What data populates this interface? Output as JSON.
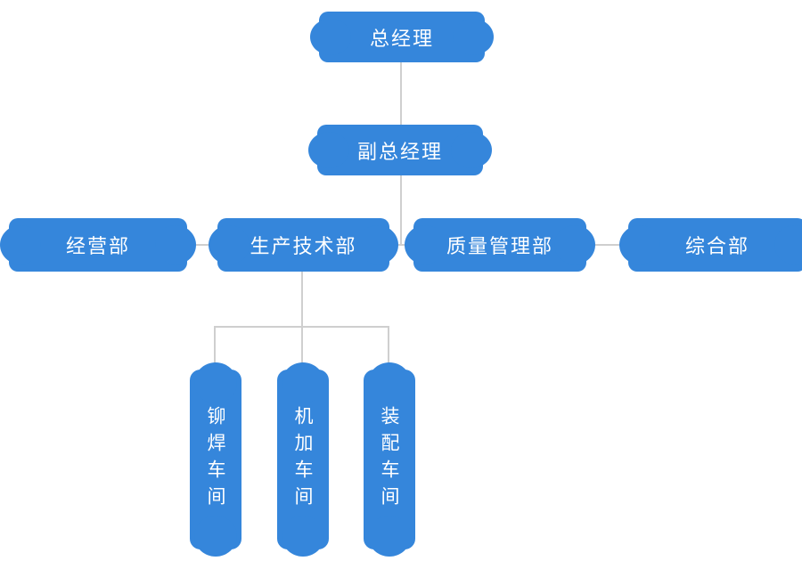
{
  "colors": {
    "node_blue": "#3586DB",
    "label_white": "#FFFFFF",
    "connector_gray": "#CFCFCF",
    "background": "#FFFFFF"
  },
  "org": {
    "level1": {
      "label": "总经理"
    },
    "level2": {
      "label": "副总经理"
    },
    "level3": [
      {
        "label": "经营部"
      },
      {
        "label": "生产技术部"
      },
      {
        "label": "质量管理部"
      },
      {
        "label": "综合部"
      }
    ],
    "level4": [
      {
        "label": "铆焊车间"
      },
      {
        "label": "机加车间"
      },
      {
        "label": "装配车间"
      }
    ]
  }
}
